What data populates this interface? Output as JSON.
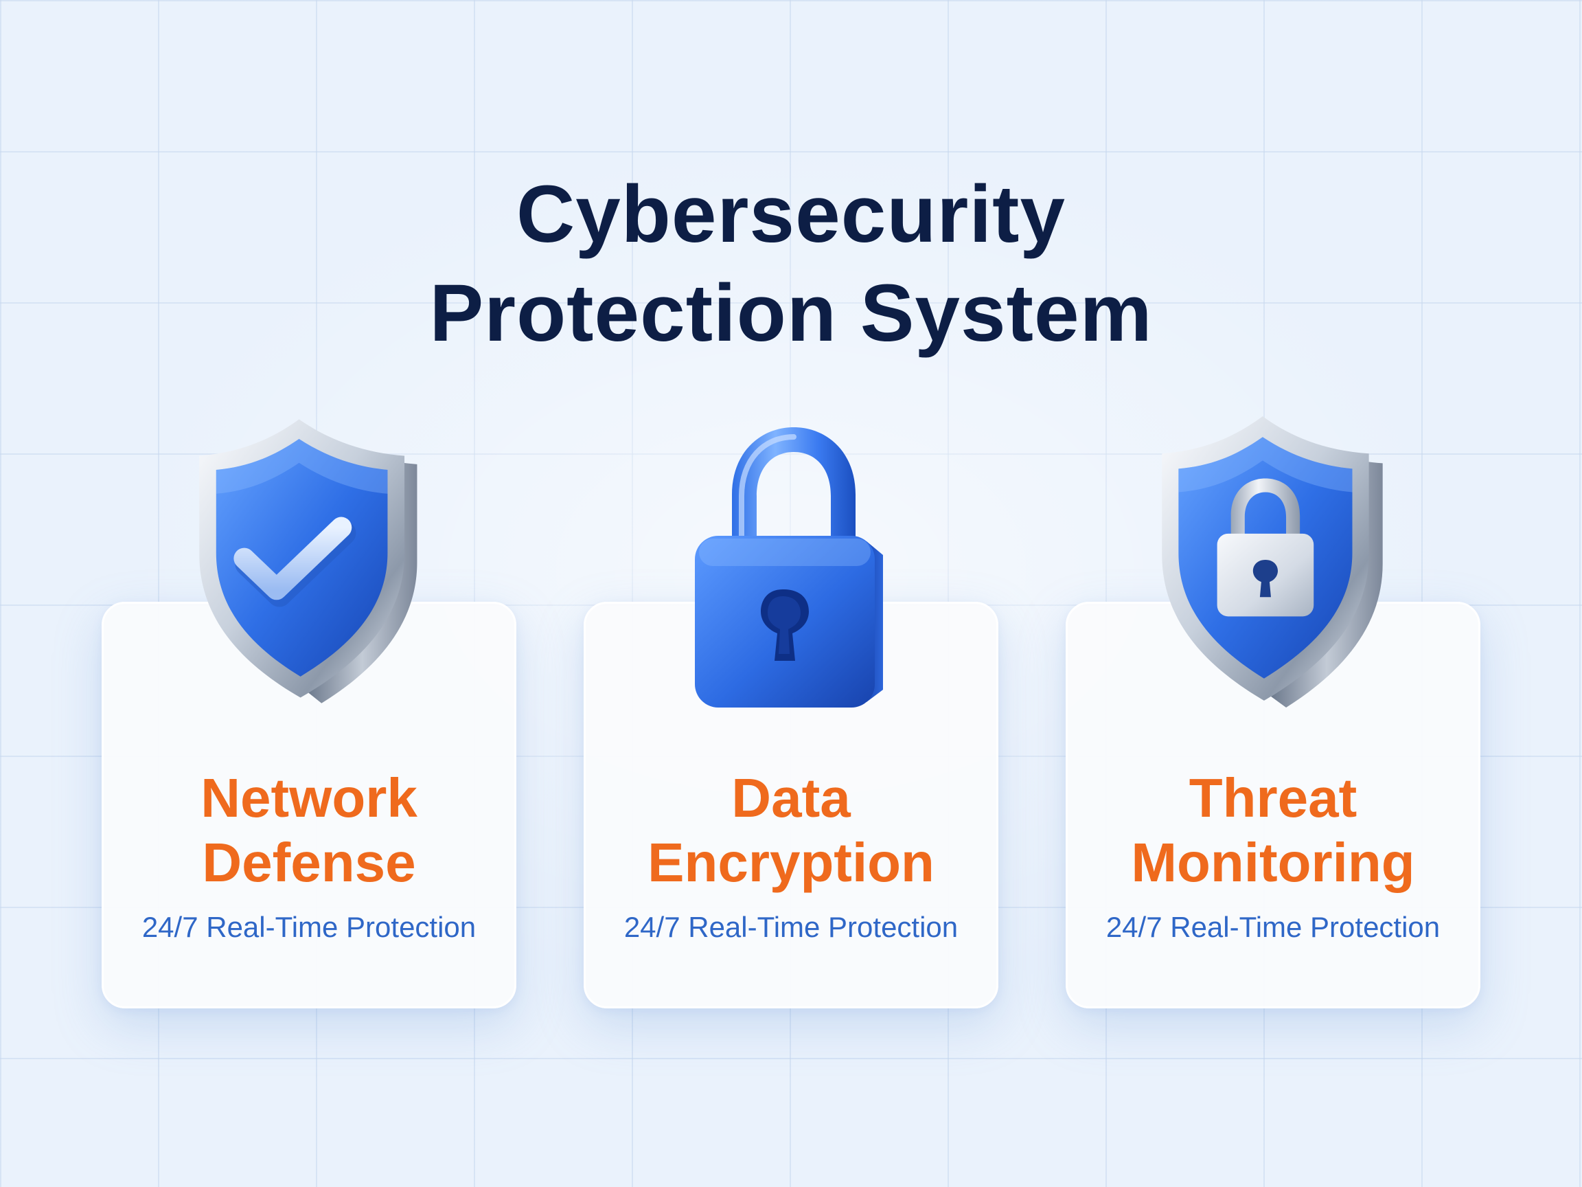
{
  "title": {
    "line1": "Cybersecurity",
    "line2": "Protection System"
  },
  "cards": [
    {
      "heading_line1": "Network",
      "heading_line2": "Defense",
      "subtitle": "24/7 Real-Time Protection",
      "icon": "shield-check-icon"
    },
    {
      "heading_line1": "Data",
      "heading_line2": "Encryption",
      "subtitle": "24/7 Real-Time Protection",
      "icon": "padlock-icon"
    },
    {
      "heading_line1": "Threat",
      "heading_line2": "Monitoring",
      "subtitle": "24/7 Real-Time Protection",
      "icon": "shield-lock-icon"
    }
  ],
  "colors": {
    "title": "#0d1e45",
    "heading": "#ef6a1d",
    "subtitle": "#2f67c7",
    "icon_blue": "#2f6fe6",
    "background": "#eaf2fc"
  }
}
